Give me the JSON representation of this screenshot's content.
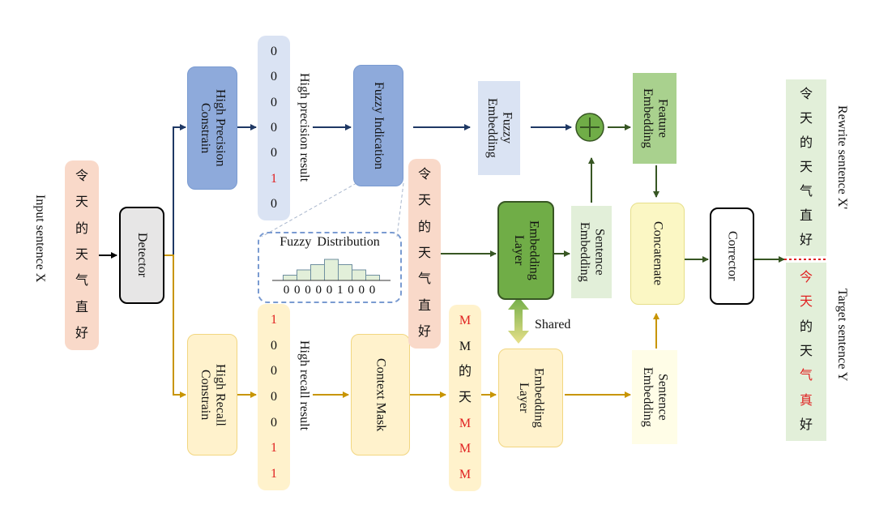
{
  "input_label": "Input sentence X",
  "input_chars": [
    "令",
    "天",
    "的",
    "天",
    "气",
    "直",
    "好"
  ],
  "detector": "Detector",
  "high_precision_constrain": "High Precision\nConstrain",
  "high_recall_constrain": "High Recall\nConstrain",
  "precision_vector": [
    "0",
    "0",
    "0",
    "0",
    "0",
    "1",
    "0"
  ],
  "precision_highlight_index": 5,
  "precision_result_label": "High precision result",
  "recall_vector": [
    "1",
    "0",
    "0",
    "0",
    "0",
    "1",
    "1"
  ],
  "recall_highlight_indices": [
    0,
    5,
    6
  ],
  "recall_result_label": "High recall result",
  "fuzzy_indication": "Fuzzy Indication",
  "fuzzy_distribution": {
    "title": "Fuzzy  Distribution",
    "values": "0 0 0 0 0 1 0 0 0",
    "histogram": [
      1,
      2,
      3,
      4,
      3,
      2,
      1
    ]
  },
  "context_mask": "Context Mask",
  "middle_chars": [
    "令",
    "天",
    "的",
    "天",
    "气",
    "直",
    "好"
  ],
  "masked_chars": [
    "M",
    "M",
    "的",
    "天",
    "M",
    "M",
    "M"
  ],
  "masked_highlight_indices": [
    0,
    4,
    5,
    6
  ],
  "fuzzy_embedding": "Fuzzy\nEmbedding",
  "embedding_layer_top": "Embedding\nLayer",
  "embedding_layer_bottom": "Embedding\nLayer",
  "shared_label": "Shared",
  "sentence_embedding_top": "Sentence\nEmbedding",
  "sentence_embedding_bottom": "Sentence\nEmbedding",
  "feature_embedding": "Feature\nEmbedding",
  "concatenate": "Concatenate",
  "corrector": "Corrector",
  "rewrite_chars": [
    "令",
    "天",
    "的",
    "天",
    "气",
    "直",
    "好"
  ],
  "rewrite_label": "Rewrite sentence X'",
  "target_chars": [
    "今",
    "天",
    "的",
    "天",
    "气",
    "真",
    "好"
  ],
  "target_highlight_indices": [
    0,
    1,
    4,
    5
  ],
  "target_label": "Target sentence Y",
  "colors": {
    "precision_arrow": "#1f3864",
    "recall_arrow": "#c89500",
    "green_arrow": "#375623",
    "red_text": "#e02020",
    "divider": "#e02020"
  }
}
